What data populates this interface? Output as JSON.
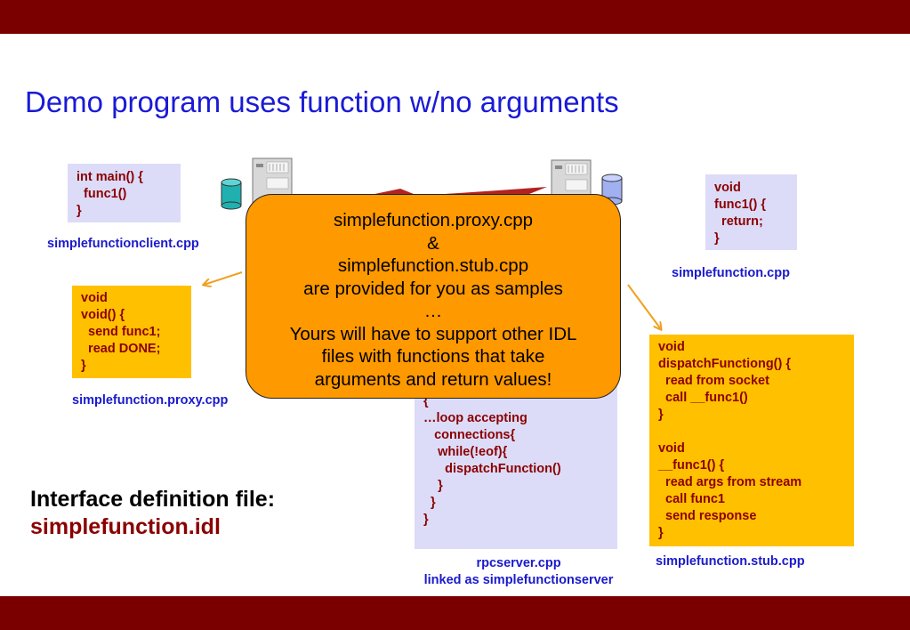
{
  "title": "Demo program uses function w/no arguments",
  "client_code": {
    "lines": [
      "int main() {",
      "  func1()",
      "}"
    ],
    "caption": "simplefunctionclient.cpp"
  },
  "server_code": {
    "lines": [
      "void",
      "func1() {",
      "  return;",
      "}"
    ],
    "caption": "simplefunction.cpp"
  },
  "proxy_code": {
    "lines": [
      "void",
      "void() {",
      "  send func1;",
      "  read DONE;",
      "}"
    ],
    "caption": "simplefunction.proxy.cpp"
  },
  "rpcserver_code": {
    "lines": [
      "{",
      "…loop accepting",
      "   connections{",
      "    while(!eof){",
      "      dispatchFunction()",
      "    }",
      "  }",
      "}"
    ],
    "caption_line1": "rpcserver.cpp",
    "caption_line2": "linked as simplefunctionserver"
  },
  "stub_code": {
    "lines": [
      "void",
      "dispatchFunctiong() {",
      "  read from socket",
      "  call __func1()",
      "}",
      "",
      "void",
      "__func1() {",
      "  read args from stream",
      "  call func1",
      "  send response",
      "}"
    ],
    "caption": "simplefunction.stub.cpp"
  },
  "idl_label": {
    "line1": "Interface definition file:",
    "line2": "simplefunction.idl"
  },
  "callout": {
    "lines": [
      "simplefunction.proxy.cpp",
      "&",
      "simplefunction.stub.cpp",
      "are provided for you as samples",
      "…",
      "Yours will have to support other IDL",
      "files with functions that take",
      "arguments and return values!"
    ]
  },
  "colors": {
    "bar": "#7a0000",
    "title": "#1a1ad6",
    "code_text": "#8b0000",
    "caption": "#1a1acc",
    "lavender_box": "#dcdcf8",
    "gold_box": "#ffc000",
    "callout": "#ff9900",
    "arrow": "#f0a020",
    "lightning": "#b22222",
    "client_db": "#20b0b0",
    "server_db": "#a0b0f0"
  },
  "icons": [
    "server-icon",
    "database-icon",
    "lightning-icon",
    "arrow-icon"
  ]
}
